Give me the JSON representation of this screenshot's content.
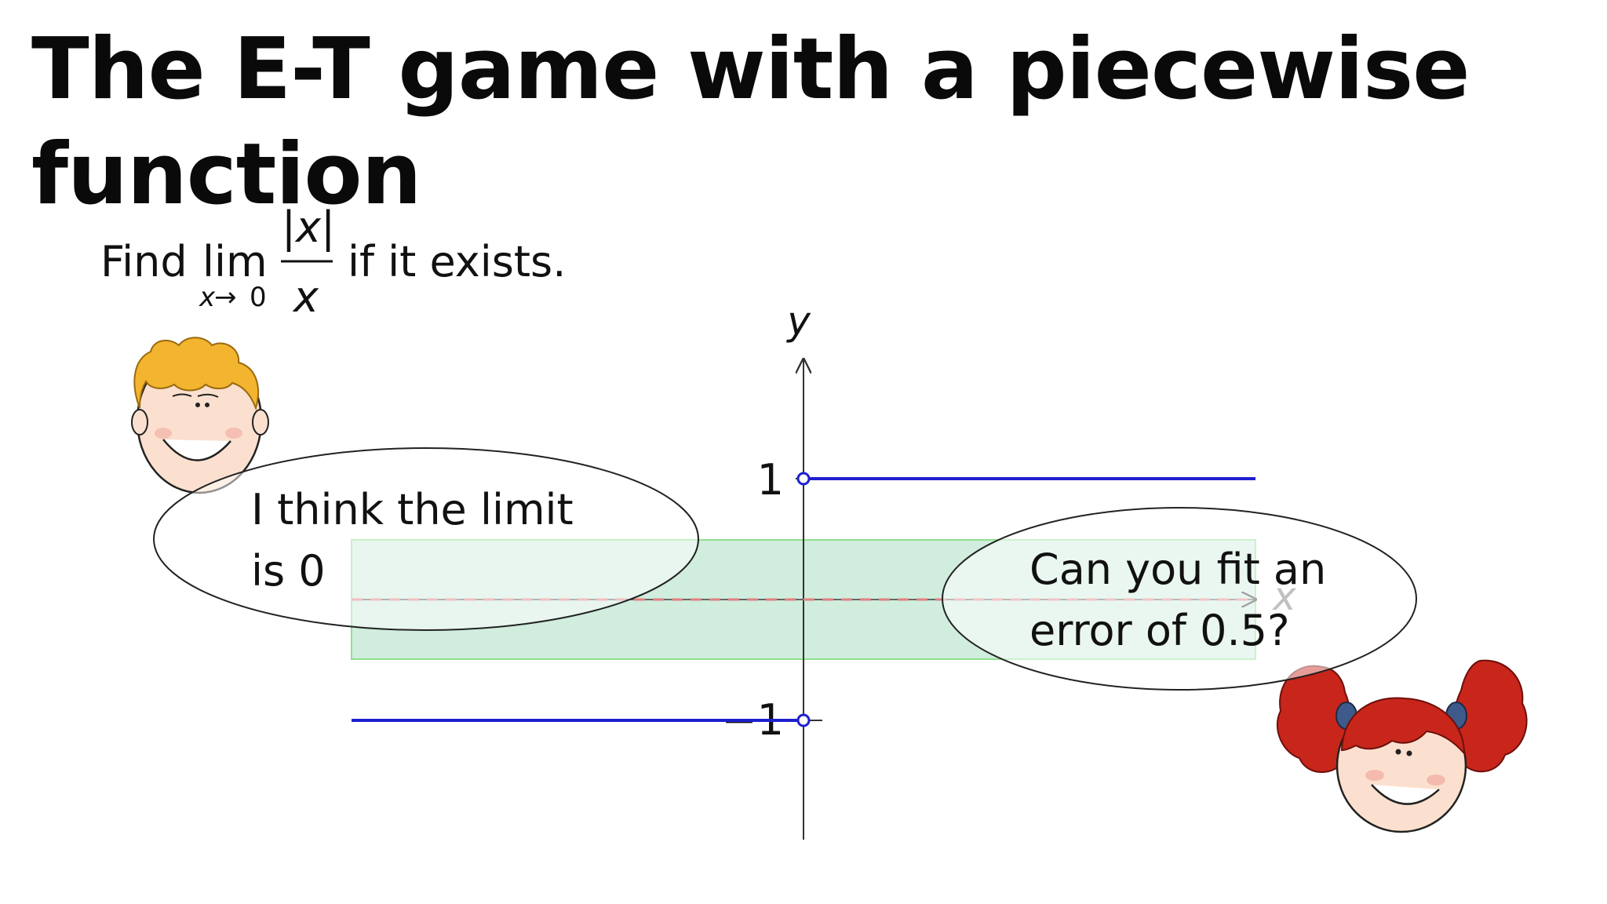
{
  "title": "The E-T game with a piecewise function",
  "problem": {
    "prefix": "Find",
    "lim": "lim",
    "limit_sub_var": "x",
    "limit_sub_arrow": "→",
    "limit_sub_target": "0",
    "numerator": "|x|",
    "denominator": "x",
    "suffix": "if it exists."
  },
  "graph": {
    "x_axis_label": "x",
    "y_axis_label": "y",
    "tick_upper": "1",
    "tick_lower": "−1",
    "line_color": "#1f1fd0",
    "band_color": "#c4e8d6"
  },
  "speech": {
    "boy_line1": "I think the limit",
    "boy_line2": "is 0",
    "girl_line1": "Can you fit an",
    "girl_line2": "error of 0.5?"
  },
  "characters": {
    "boy_icon": "cartoon-boy-face",
    "girl_icon": "cartoon-girl-face-with-pigtails"
  }
}
